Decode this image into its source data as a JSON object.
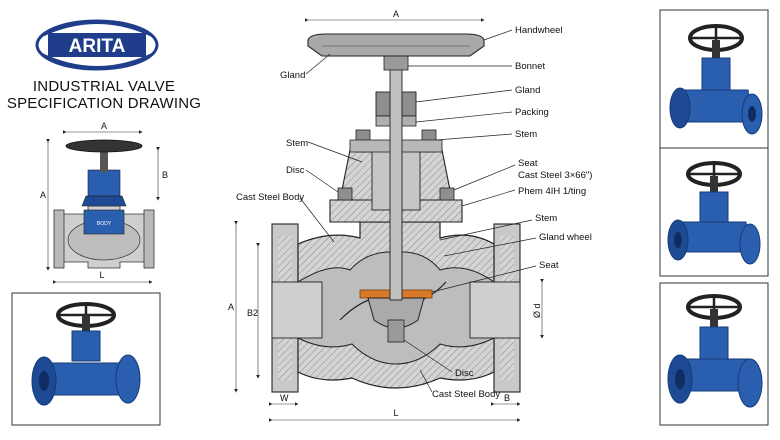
{
  "brand": {
    "logo_text": "ARITA"
  },
  "title": {
    "line1": "INDUSTRIAL VALVE",
    "line2": "SPECIFICATION DRAWING"
  },
  "small_drawing": {
    "dims": {
      "a_top": "A",
      "a_side": "A",
      "b": "B",
      "l": "L"
    },
    "body_text": "BODY"
  },
  "main_drawing": {
    "dims": {
      "a_top": "A",
      "a_side": "A",
      "b2": "B2",
      "l": "L",
      "w": "W",
      "b": "B",
      "d": "Ø d"
    },
    "labels": {
      "handwheel": "Handwheel",
      "gland_left": "Gland",
      "bonnet": "Bonnet",
      "gland_right": "Gland",
      "packing": "Packing",
      "stem_right_top": "Stem",
      "stem_left": "Stem",
      "disc_left": "Disc",
      "seat_top": "Seat",
      "cast_steel_spec": "Cast Steel 3×66\")",
      "phem_spec": "Phem 4IH 1/ting",
      "cast_steel_body_top": "Cast Steel Body",
      "stem_right_mid": "Stem",
      "gland_wheel": "Gland wheel",
      "seat_right": "Seat",
      "disc_bottom": "Disc",
      "cast_steel_body_bottom": "Cast Steel Body"
    }
  },
  "colors": {
    "brand_blue": "#1f3d8a",
    "valve_blue": "#2a5fb0",
    "steel": "#c9c9c9",
    "seat_orange": "#d97a2b"
  }
}
